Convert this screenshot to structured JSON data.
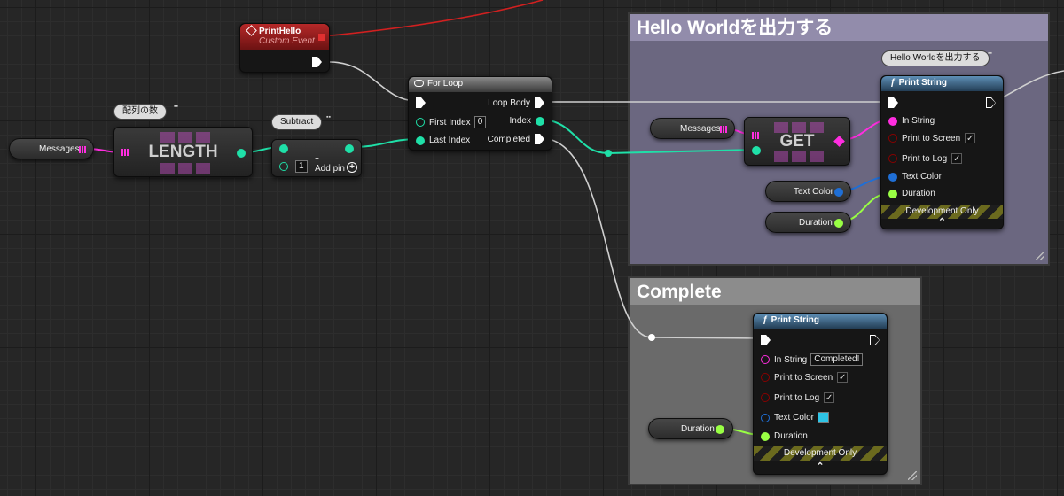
{
  "comments": {
    "hello": {
      "title": "Hello Worldを出力する"
    },
    "complete": {
      "title": "Complete"
    }
  },
  "event_node": {
    "title": "PrintHello",
    "subtitle": "Custom Event"
  },
  "length_node": {
    "label": "LENGTH",
    "tooltip": "配列の数"
  },
  "messages_var_1": {
    "label": "Messages"
  },
  "subtract_node": {
    "tooltip": "Subtract",
    "op": "-",
    "b_value": "1",
    "add_pin": "Add pin",
    "add_pin_icon": "+"
  },
  "for_loop": {
    "title": "For Loop",
    "first_index": "First Index",
    "first_index_value": "0",
    "last_index": "Last Index",
    "loop_body": "Loop Body",
    "index": "Index",
    "completed": "Completed"
  },
  "messages_var_2": {
    "label": "Messages"
  },
  "get_node": {
    "label": "GET"
  },
  "print_string_1": {
    "title": "Print String",
    "tooltip": "Hello Worldを出力する",
    "in_string": "In String",
    "print_to_screen": "Print to Screen",
    "print_to_log": "Print to Log",
    "text_color": "Text Color",
    "duration": "Duration",
    "dev_only": "Development Only",
    "check": "✓",
    "expand": "⌃"
  },
  "text_color_var": {
    "label": "Text Color"
  },
  "duration_var_1": {
    "label": "Duration"
  },
  "print_string_2": {
    "title": "Print String",
    "in_string": "In String",
    "in_string_value": "Completed!",
    "print_to_screen": "Print to Screen",
    "print_to_log": "Print to Log",
    "text_color": "Text Color",
    "text_color_value": "#2ec4e6",
    "duration": "Duration",
    "dev_only": "Development Only",
    "check": "✓",
    "expand": "⌃"
  },
  "duration_var_2": {
    "label": "Duration"
  },
  "colors": {
    "exec": "#ffffff",
    "integer": "#1fe0a8",
    "string": "#ff2de0",
    "bool": "#8a0000",
    "color": "#1f6fd6",
    "float": "#99ff44",
    "event_header": "#9a1c1c",
    "function_header": "#3a5a78"
  }
}
